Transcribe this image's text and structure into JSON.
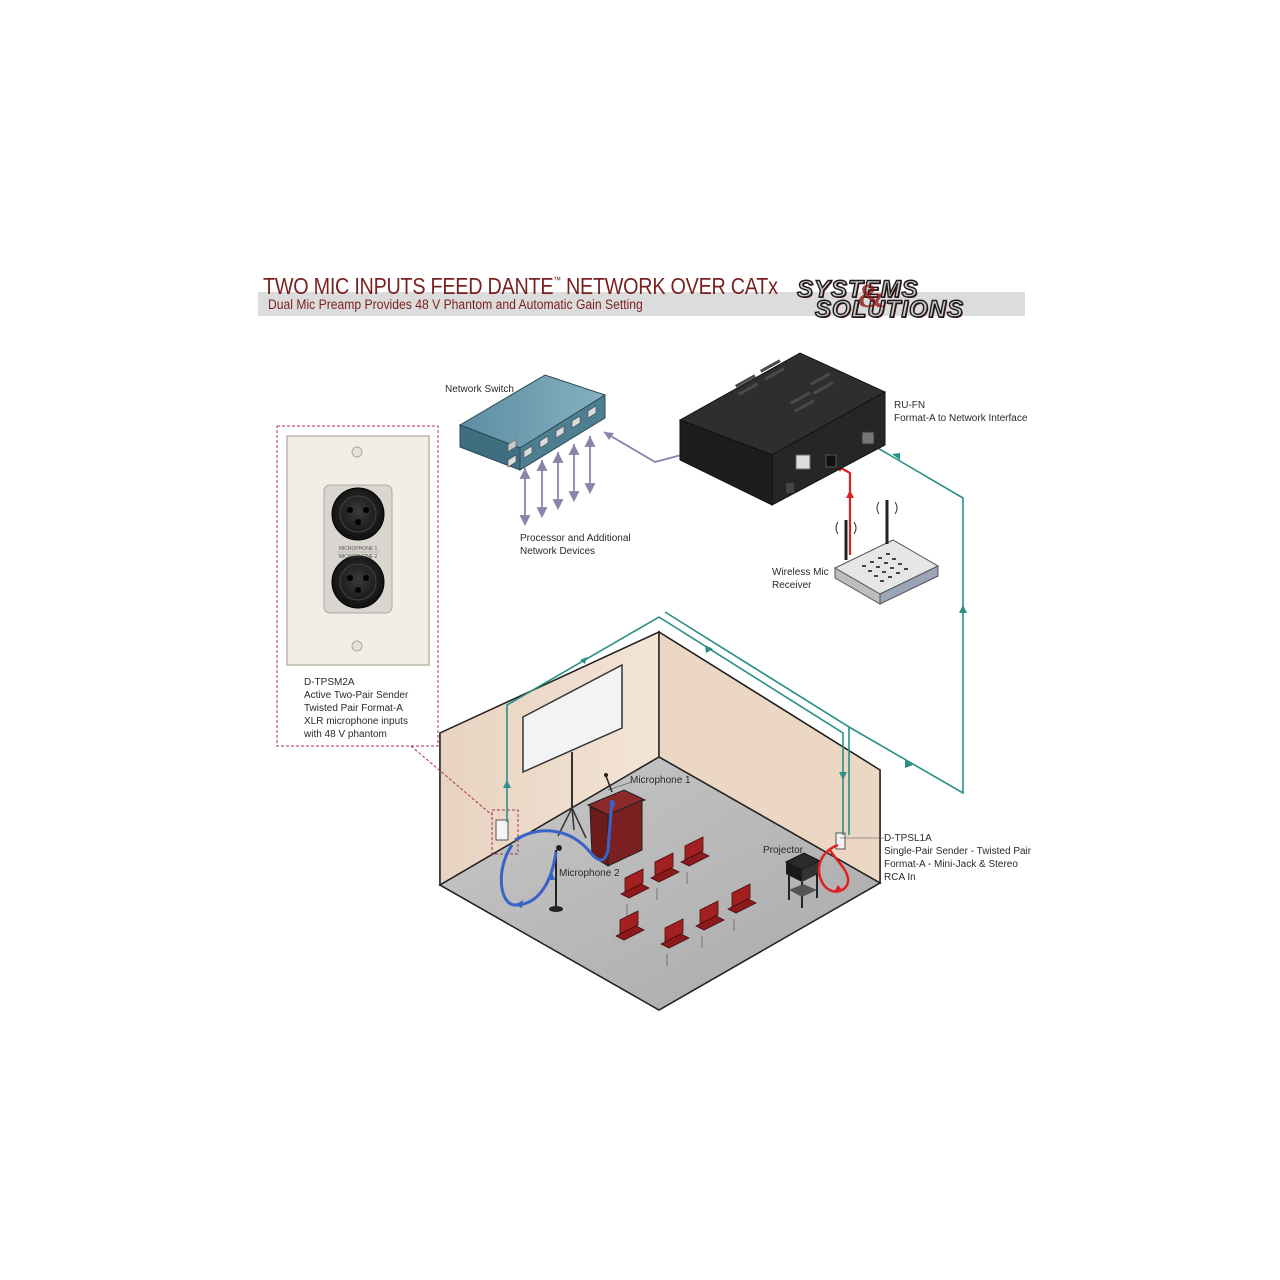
{
  "header": {
    "title_main": "TWO MIC INPUTS FEED DANTE",
    "title_tm": "™",
    "title_rest": " NETWORK OVER CATx",
    "subtitle": "Dual Mic Preamp Provides 48 V Phantom and Automatic Gain Setting",
    "logo_line1": "SYSTEMS",
    "logo_line2": "SOLUTIONS",
    "logo_amp": "&"
  },
  "labels": {
    "network_switch": "Network Switch",
    "ru_fn_1": "RU-FN",
    "ru_fn_2": "Format-A to Network Interface",
    "processor_1": "Processor and Additional",
    "processor_2": "Network Devices",
    "wireless_1": "Wireless Mic",
    "wireless_2": "Receiver",
    "dtpsm2a_1": "D-TPSM2A",
    "dtpsm2a_2": "Active Two-Pair Sender",
    "dtpsm2a_3": "Twisted Pair Format-A",
    "dtpsm2a_4": "XLR microphone inputs",
    "dtpsm2a_5": "with 48 V phantom",
    "mic1": "Microphone 1",
    "mic2": "Microphone 2",
    "projector": "Projector",
    "dtpsl1a_1": "D-TPSL1A",
    "dtpsl1a_2": "Single-Pair Sender - Twisted Pair",
    "dtpsl1a_3": "Format-A - Mini-Jack & Stereo",
    "dtpsl1a_4": "RCA In",
    "plate_mic1": "MICROPHONE 1",
    "plate_mic2": "MICROPHONE 2"
  },
  "colors": {
    "title": "#7a1f1f",
    "teal_cable": "#2a8f86",
    "red_cable": "#e02020",
    "blue_cable": "#3a63c8",
    "purple_cable": "#8a82a8",
    "wall": "#ecd8c6",
    "floor": "#b9b9b9",
    "dashed_box": "#b03050"
  }
}
